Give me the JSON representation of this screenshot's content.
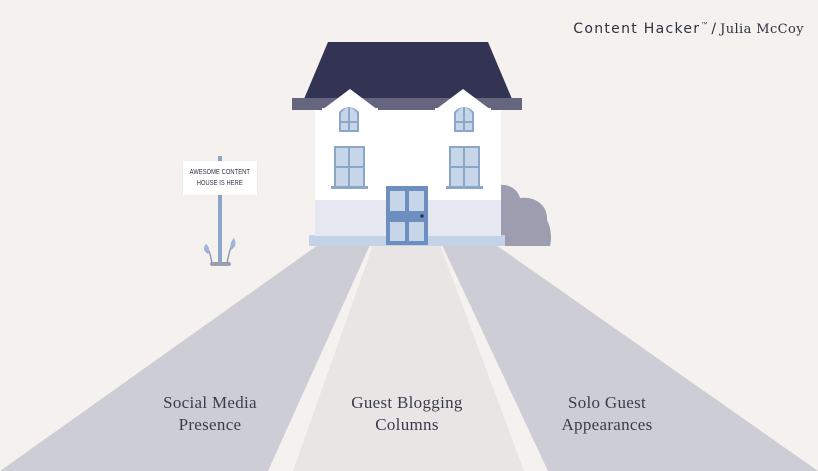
{
  "brand": {
    "name": "Content Hacker",
    "trademark": "™",
    "separator": "/",
    "author": "Julia McCoy"
  },
  "sign": {
    "text": "AWESOME CONTENT\nHOUSE IS HERE"
  },
  "paths": [
    {
      "line1": "Social Media",
      "line2": "Presence"
    },
    {
      "line1": "Guest Blogging",
      "line2": "Columns"
    },
    {
      "line1": "Solo Guest",
      "line2": "Appearances"
    }
  ],
  "colors": {
    "background": "#f5f1ef",
    "roof": "#333354",
    "roof_eave": "#65657f",
    "house_wall": "#ffffff",
    "house_base": "#e5e8f0",
    "window_frame": "#8aa6c8",
    "window_pane": "#c6d6e8",
    "door": "#6d8fbf",
    "path_outer": "#cdcdd6",
    "path_center": "#e9e5e4",
    "bush": "#9d9db0",
    "leaf": "#9bb8d8"
  },
  "icons": [
    "house-illustration",
    "signpost-icon",
    "leaf-icon",
    "bush-icon"
  ]
}
